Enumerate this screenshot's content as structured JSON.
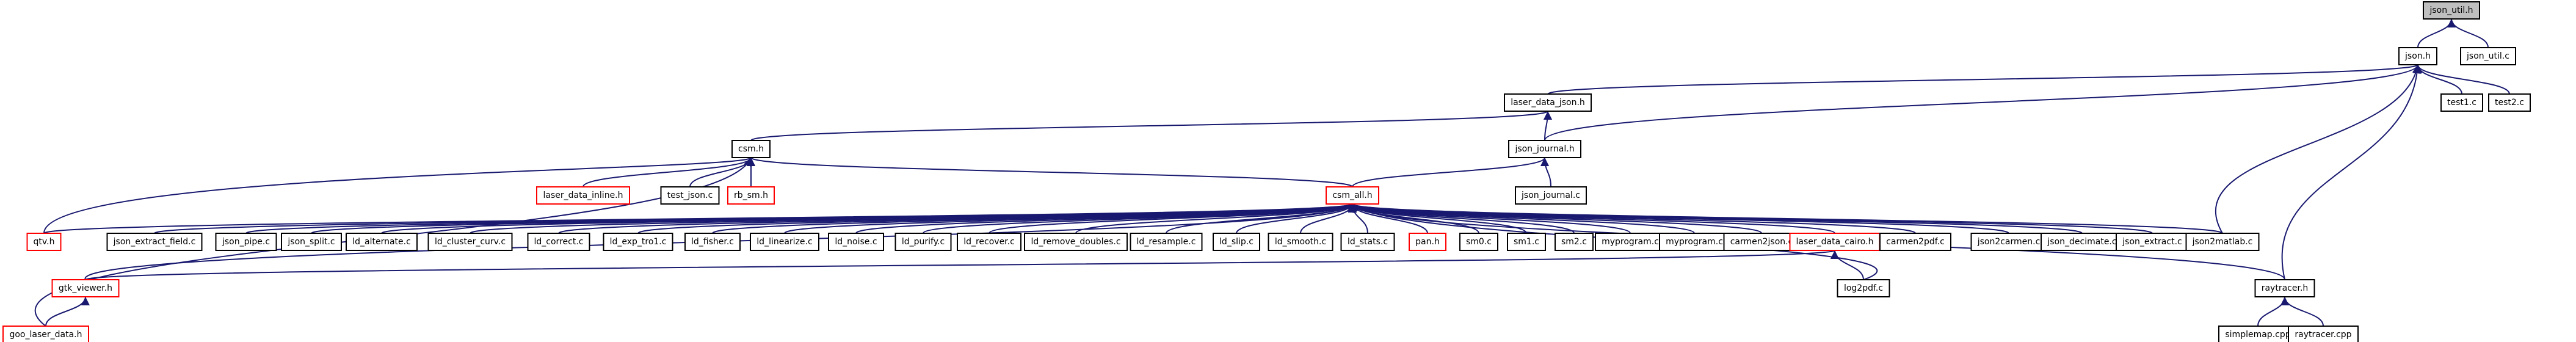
{
  "colors": {
    "edge": "#191970",
    "normal_border": "#000000",
    "red_border": "#ff0000",
    "highlight_fill": "#bfbfbf",
    "background": "#ffffff"
  },
  "nodes": [
    {
      "id": "json_util_h",
      "label": "json_util.h",
      "style": "highlight"
    },
    {
      "id": "json_h",
      "label": "json.h",
      "style": "normal"
    },
    {
      "id": "json_util_c",
      "label": "json_util.c",
      "style": "normal"
    },
    {
      "id": "laser_data_json_h",
      "label": "laser_data_json.h",
      "style": "normal"
    },
    {
      "id": "test1_c",
      "label": "test1.c",
      "style": "normal"
    },
    {
      "id": "test2_c",
      "label": "test2.c",
      "style": "normal"
    },
    {
      "id": "csm_h",
      "label": "csm.h",
      "style": "normal"
    },
    {
      "id": "json_journal_h",
      "label": "json_journal.h",
      "style": "normal"
    },
    {
      "id": "laser_data_inline_h",
      "label": "laser_data_inline.h",
      "style": "red"
    },
    {
      "id": "test_json_c",
      "label": "test_json.c",
      "style": "normal"
    },
    {
      "id": "rb_sm_h",
      "label": "rb_sm.h",
      "style": "red"
    },
    {
      "id": "csm_all_h",
      "label": "csm_all.h",
      "style": "red"
    },
    {
      "id": "json_journal_c",
      "label": "json_journal.c",
      "style": "normal"
    },
    {
      "id": "qtv_h",
      "label": "qtv.h",
      "style": "red"
    },
    {
      "id": "json_extract_field_c",
      "label": "json_extract_field.c",
      "style": "normal"
    },
    {
      "id": "json_pipe_c",
      "label": "json_pipe.c",
      "style": "normal"
    },
    {
      "id": "json_split_c",
      "label": "json_split.c",
      "style": "normal"
    },
    {
      "id": "ld_alternate_c",
      "label": "ld_alternate.c",
      "style": "normal"
    },
    {
      "id": "ld_cluster_curv_c",
      "label": "ld_cluster_curv.c",
      "style": "normal"
    },
    {
      "id": "ld_correct_c",
      "label": "ld_correct.c",
      "style": "normal"
    },
    {
      "id": "ld_exp_tro1_c",
      "label": "ld_exp_tro1.c",
      "style": "normal"
    },
    {
      "id": "ld_fisher_c",
      "label": "ld_fisher.c",
      "style": "normal"
    },
    {
      "id": "ld_linearize_c",
      "label": "ld_linearize.c",
      "style": "normal"
    },
    {
      "id": "ld_noise_c",
      "label": "ld_noise.c",
      "style": "normal"
    },
    {
      "id": "ld_purify_c",
      "label": "ld_purify.c",
      "style": "normal"
    },
    {
      "id": "ld_recover_c",
      "label": "ld_recover.c",
      "style": "normal"
    },
    {
      "id": "ld_remove_doubles_c",
      "label": "ld_remove_doubles.c",
      "style": "normal"
    },
    {
      "id": "ld_resample_c",
      "label": "ld_resample.c",
      "style": "normal"
    },
    {
      "id": "ld_slip_c",
      "label": "ld_slip.c",
      "style": "normal"
    },
    {
      "id": "ld_smooth_c",
      "label": "ld_smooth.c",
      "style": "normal"
    },
    {
      "id": "ld_stats_c",
      "label": "ld_stats.c",
      "style": "normal"
    },
    {
      "id": "pan_h",
      "label": "pan.h",
      "style": "red"
    },
    {
      "id": "sm0_c",
      "label": "sm0.c",
      "style": "normal"
    },
    {
      "id": "sm1_c",
      "label": "sm1.c",
      "style": "normal"
    },
    {
      "id": "sm2_c",
      "label": "sm2.c",
      "style": "normal"
    },
    {
      "id": "myprogram_c_1",
      "label": "myprogram.c",
      "style": "normal"
    },
    {
      "id": "myprogram_c_2",
      "label": "myprogram.c",
      "style": "normal"
    },
    {
      "id": "carmen2json_c",
      "label": "carmen2json.c",
      "style": "normal"
    },
    {
      "id": "laser_data_cairo_h",
      "label": "laser_data_cairo.h",
      "style": "red"
    },
    {
      "id": "carmen2pdf_c",
      "label": "carmen2pdf.c",
      "style": "normal"
    },
    {
      "id": "json2carmen_c",
      "label": "json2carmen.c",
      "style": "normal"
    },
    {
      "id": "json_decimate_c",
      "label": "json_decimate.c",
      "style": "normal"
    },
    {
      "id": "json_extract_c",
      "label": "json_extract.c",
      "style": "normal"
    },
    {
      "id": "json2matlab_c",
      "label": "json2matlab.c",
      "style": "normal"
    },
    {
      "id": "raytracer_h",
      "label": "raytracer.h",
      "style": "normal"
    },
    {
      "id": "gtk_viewer_h",
      "label": "gtk_viewer.h",
      "style": "red"
    },
    {
      "id": "log2pdf_c",
      "label": "log2pdf.c",
      "style": "normal"
    },
    {
      "id": "simplemap_cpp",
      "label": "simplemap.cpp",
      "style": "normal"
    },
    {
      "id": "raytracer_cpp",
      "label": "raytracer.cpp",
      "style": "normal"
    },
    {
      "id": "goo_laser_data_h",
      "label": "goo_laser_data.h",
      "style": "red"
    }
  ],
  "edges": [
    {
      "from": "json_h",
      "to": "json_util_h"
    },
    {
      "from": "json_util_c",
      "to": "json_util_h"
    },
    {
      "from": "laser_data_json_h",
      "to": "json_h"
    },
    {
      "from": "test1_c",
      "to": "json_h"
    },
    {
      "from": "test2_c",
      "to": "json_h"
    },
    {
      "from": "json_journal_h",
      "to": "json_h"
    },
    {
      "from": "json2matlab_c",
      "to": "json_h"
    },
    {
      "from": "raytracer_h",
      "to": "json_h"
    },
    {
      "from": "csm_h",
      "to": "laser_data_json_h"
    },
    {
      "from": "json_journal_h",
      "to": "laser_data_json_h"
    },
    {
      "from": "laser_data_inline_h",
      "to": "csm_h"
    },
    {
      "from": "test_json_c",
      "to": "csm_h"
    },
    {
      "from": "rb_sm_h",
      "to": "csm_h"
    },
    {
      "from": "csm_all_h",
      "to": "csm_h"
    },
    {
      "from": "qtv_h",
      "to": "csm_h"
    },
    {
      "from": "goo_laser_data_h",
      "to": "csm_h"
    },
    {
      "from": "csm_all_h",
      "to": "json_journal_h"
    },
    {
      "from": "json_journal_c",
      "to": "json_journal_h"
    },
    {
      "from": "qtv_h",
      "to": "csm_all_h"
    },
    {
      "from": "json_extract_field_c",
      "to": "csm_all_h"
    },
    {
      "from": "json_pipe_c",
      "to": "csm_all_h"
    },
    {
      "from": "json_split_c",
      "to": "csm_all_h"
    },
    {
      "from": "ld_alternate_c",
      "to": "csm_all_h"
    },
    {
      "from": "ld_cluster_curv_c",
      "to": "csm_all_h"
    },
    {
      "from": "ld_correct_c",
      "to": "csm_all_h"
    },
    {
      "from": "ld_exp_tro1_c",
      "to": "csm_all_h"
    },
    {
      "from": "ld_fisher_c",
      "to": "csm_all_h"
    },
    {
      "from": "ld_linearize_c",
      "to": "csm_all_h"
    },
    {
      "from": "ld_noise_c",
      "to": "csm_all_h"
    },
    {
      "from": "ld_purify_c",
      "to": "csm_all_h"
    },
    {
      "from": "ld_recover_c",
      "to": "csm_all_h"
    },
    {
      "from": "ld_remove_doubles_c",
      "to": "csm_all_h"
    },
    {
      "from": "ld_resample_c",
      "to": "csm_all_h"
    },
    {
      "from": "ld_slip_c",
      "to": "csm_all_h"
    },
    {
      "from": "ld_smooth_c",
      "to": "csm_all_h"
    },
    {
      "from": "ld_stats_c",
      "to": "csm_all_h"
    },
    {
      "from": "pan_h",
      "to": "csm_all_h"
    },
    {
      "from": "sm0_c",
      "to": "csm_all_h"
    },
    {
      "from": "sm1_c",
      "to": "csm_all_h"
    },
    {
      "from": "sm2_c",
      "to": "csm_all_h"
    },
    {
      "from": "myprogram_c_1",
      "to": "csm_all_h"
    },
    {
      "from": "myprogram_c_2",
      "to": "csm_all_h"
    },
    {
      "from": "carmen2json_c",
      "to": "csm_all_h"
    },
    {
      "from": "laser_data_cairo_h",
      "to": "csm_all_h"
    },
    {
      "from": "carmen2pdf_c",
      "to": "csm_all_h"
    },
    {
      "from": "json2carmen_c",
      "to": "csm_all_h"
    },
    {
      "from": "json_decimate_c",
      "to": "csm_all_h"
    },
    {
      "from": "json_extract_c",
      "to": "csm_all_h"
    },
    {
      "from": "json2matlab_c",
      "to": "csm_all_h"
    },
    {
      "from": "raytracer_h",
      "to": "csm_all_h"
    },
    {
      "from": "gtk_viewer_h",
      "to": "csm_all_h"
    },
    {
      "from": "log2pdf_c",
      "to": "csm_all_h"
    },
    {
      "from": "gtk_viewer_h",
      "to": "laser_data_cairo_h"
    },
    {
      "from": "log2pdf_c",
      "to": "laser_data_cairo_h"
    },
    {
      "from": "goo_laser_data_h",
      "to": "gtk_viewer_h"
    },
    {
      "from": "simplemap_cpp",
      "to": "raytracer_h"
    },
    {
      "from": "raytracer_cpp",
      "to": "raytracer_h"
    }
  ]
}
